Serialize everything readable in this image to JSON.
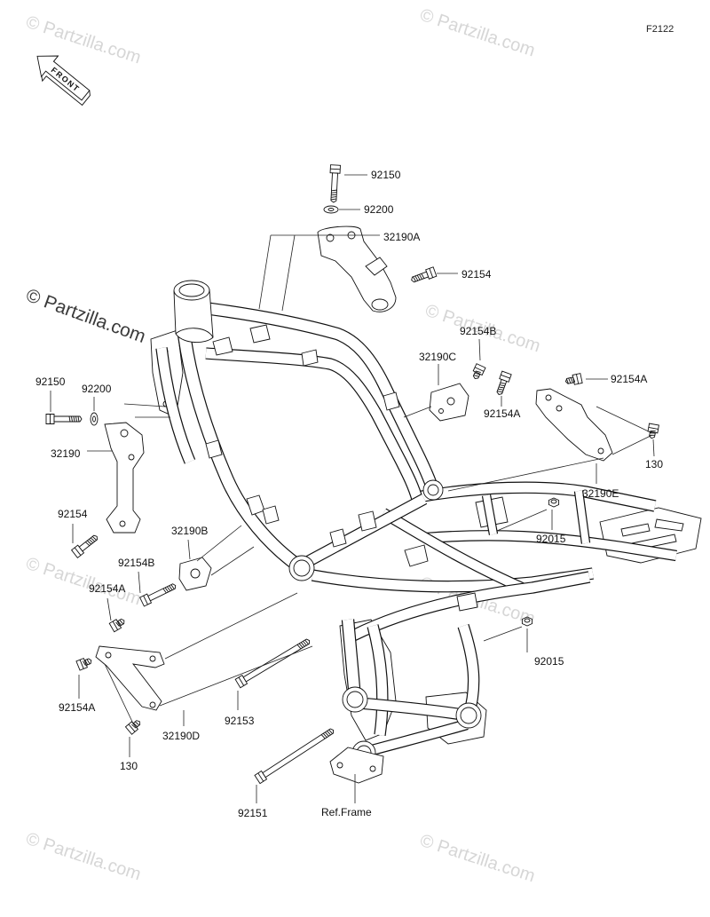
{
  "diagram": {
    "code": "F2122",
    "front_label": "FRONT",
    "reference_label": "Ref.Frame"
  },
  "watermark": "© Partzilla.com",
  "callouts": [
    {
      "label": "92150"
    },
    {
      "label": "92200"
    },
    {
      "label": "32190A"
    },
    {
      "label": "92154"
    },
    {
      "label": "92154B"
    },
    {
      "label": "32190C"
    },
    {
      "label": "92154A"
    },
    {
      "label": "92154A"
    },
    {
      "label": "130"
    },
    {
      "label": "32190E"
    },
    {
      "label": "92015"
    },
    {
      "label": "92015"
    },
    {
      "label": "92150"
    },
    {
      "label": "92200"
    },
    {
      "label": "32190"
    },
    {
      "label": "92154"
    },
    {
      "label": "32190B"
    },
    {
      "label": "92154B"
    },
    {
      "label": "92154A"
    },
    {
      "label": "92154A"
    },
    {
      "label": "32190D"
    },
    {
      "label": "130"
    },
    {
      "label": "92153"
    },
    {
      "label": "92151"
    }
  ]
}
